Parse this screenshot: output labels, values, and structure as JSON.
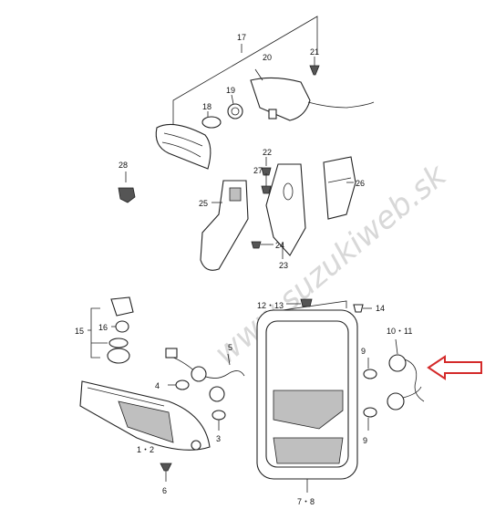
{
  "watermark": "www.suzukiweb.sk",
  "callouts": {
    "p17": "17",
    "p20": "20",
    "p21": "21",
    "p18": "18",
    "p19": "19",
    "p28": "28",
    "p22": "22",
    "p27": "27",
    "p26": "26",
    "p25": "25",
    "p24": "24",
    "p23": "23",
    "p12_13": "12・13",
    "p14": "14",
    "p15": "15",
    "p16": "16",
    "p5": "5",
    "p4": "4",
    "p3": "3",
    "p1_2": "1・2",
    "p6": "6",
    "p9a": "9",
    "p9b": "9",
    "p10_11": "10・11",
    "p7_8": "7・8"
  },
  "colors": {
    "arrow": "#d42a2a",
    "line": "#222222"
  }
}
